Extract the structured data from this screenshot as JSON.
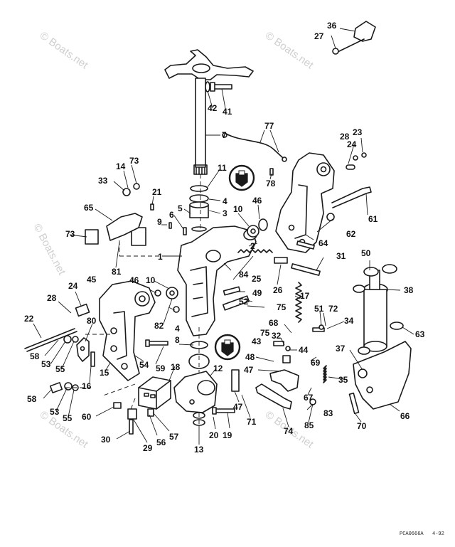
{
  "watermark": "© Boats.net",
  "drawing_code": "PCA0666A",
  "drawing_date": "4-92",
  "callouts": {
    "c1": "1",
    "c2": "2",
    "c3": "3",
    "c4a": "4",
    "c4b": "4",
    "c5": "5",
    "c6": "6",
    "c7": "7",
    "c8": "8",
    "c9": "9",
    "c10a": "10",
    "c10b": "10",
    "c11": "11",
    "c12": "12",
    "c13": "13",
    "c14": "14",
    "c15": "15",
    "c16": "16",
    "c17": "17",
    "c18": "18",
    "c19": "19",
    "c20": "20",
    "c21": "21",
    "c22": "22",
    "c23": "23",
    "c24a": "24",
    "c24b": "24",
    "c25": "25",
    "c26": "26",
    "c27": "27",
    "c28a": "28",
    "c28b": "28",
    "c29": "29",
    "c30": "30",
    "c31": "31",
    "c32": "32",
    "c33": "33",
    "c34": "34",
    "c35": "35",
    "c36": "36",
    "c37": "37",
    "c38": "38",
    "c41": "41",
    "c42": "42",
    "c43": "43",
    "c44": "44",
    "c45": "45",
    "c46a": "46",
    "c46b": "46",
    "c47a": "47",
    "c47b": "47",
    "c48": "48",
    "c49": "49",
    "c50": "50",
    "c51": "51",
    "c52": "52",
    "c53a": "53",
    "c53b": "53",
    "c54": "54",
    "c55a": "55",
    "c55b": "55",
    "c56": "56",
    "c57": "57",
    "c58a": "58",
    "c58b": "58",
    "c59": "59",
    "c60": "60",
    "c61": "61",
    "c62": "62",
    "c63": "63",
    "c64": "64",
    "c65": "65",
    "c66": "66",
    "c67": "67",
    "c68": "68",
    "c69": "69",
    "c70": "70",
    "c71": "71",
    "c72": "72",
    "c73a": "73",
    "c73b": "73",
    "c74": "74",
    "c75a": "75",
    "c75b": "75",
    "c77": "77",
    "c78": "78",
    "c80": "80",
    "c81": "81",
    "c82": "82",
    "c83": "83",
    "c84": "84",
    "c85": "85"
  }
}
